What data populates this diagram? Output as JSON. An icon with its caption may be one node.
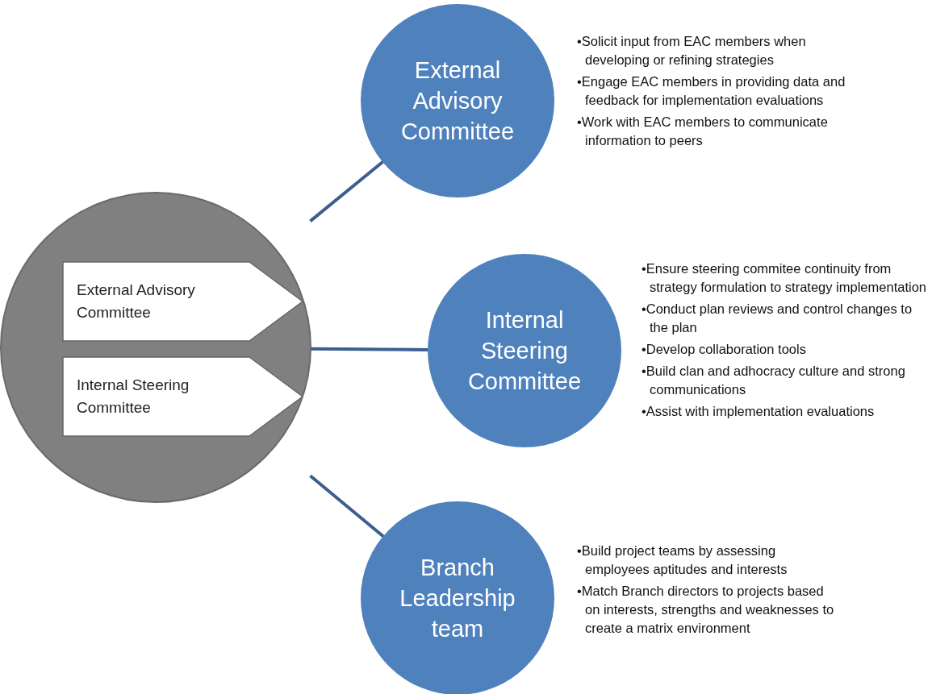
{
  "diagram": {
    "nodes": [
      {
        "text": [],
        "shape": "circle"
      },
      {
        "text": [
          "External Advisory Committee"
        ],
        "in": 0
      },
      {
        "text": [
          "Internal Steering Committee"
        ],
        "in": 0
      },
      {
        "text": [
          "External Advisory Committee"
        ],
        "beside": [
          "•Solicit input from EAC members when developing or refining strategies",
          "•Engage EAC members in providing data and feedback for implementation evaluations",
          "•Work with EAC members to communicate information to peers"
        ]
      },
      {
        "text": [
          "Internal Steering Committee"
        ],
        "beside": [
          "•Ensure steering commitee continuity from strategy formulation to strategy implementation",
          "•Conduct plan reviews and control changes to the plan",
          "•Develop collaboration tools",
          "•Build clan and adhocracy culture and strong communications",
          "•Assist with implementation evaluations"
        ]
      },
      {
        "text": [
          "Branch Leadership team"
        ],
        "beside": [
          "•Build project teams by assessing employees aptitudes and interests",
          "•Match Branch directors to projects based on interests, strengths and weaknesses to create a matrix environment"
        ]
      }
    ],
    "edges": [
      {
        "from": 0,
        "to": 3,
        "arrow": "none"
      },
      {
        "from": 0,
        "to": 4,
        "arrow": "none"
      },
      {
        "from": 0,
        "to": 5,
        "arrow": "none"
      }
    ]
  }
}
